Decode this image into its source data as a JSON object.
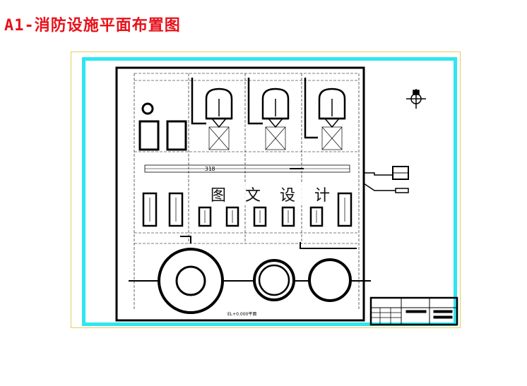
{
  "page": {
    "title": "A1-消防设施平面布置图",
    "watermark": "图 文 设 计"
  },
  "drawing": {
    "elevation_note": "EL+0.000平面",
    "pipe_label": "318",
    "colors": {
      "title": "#e8111a",
      "sheet_border": "#2ee6ef",
      "outer_frame": "#e3d05a",
      "linework": "#000000"
    }
  }
}
